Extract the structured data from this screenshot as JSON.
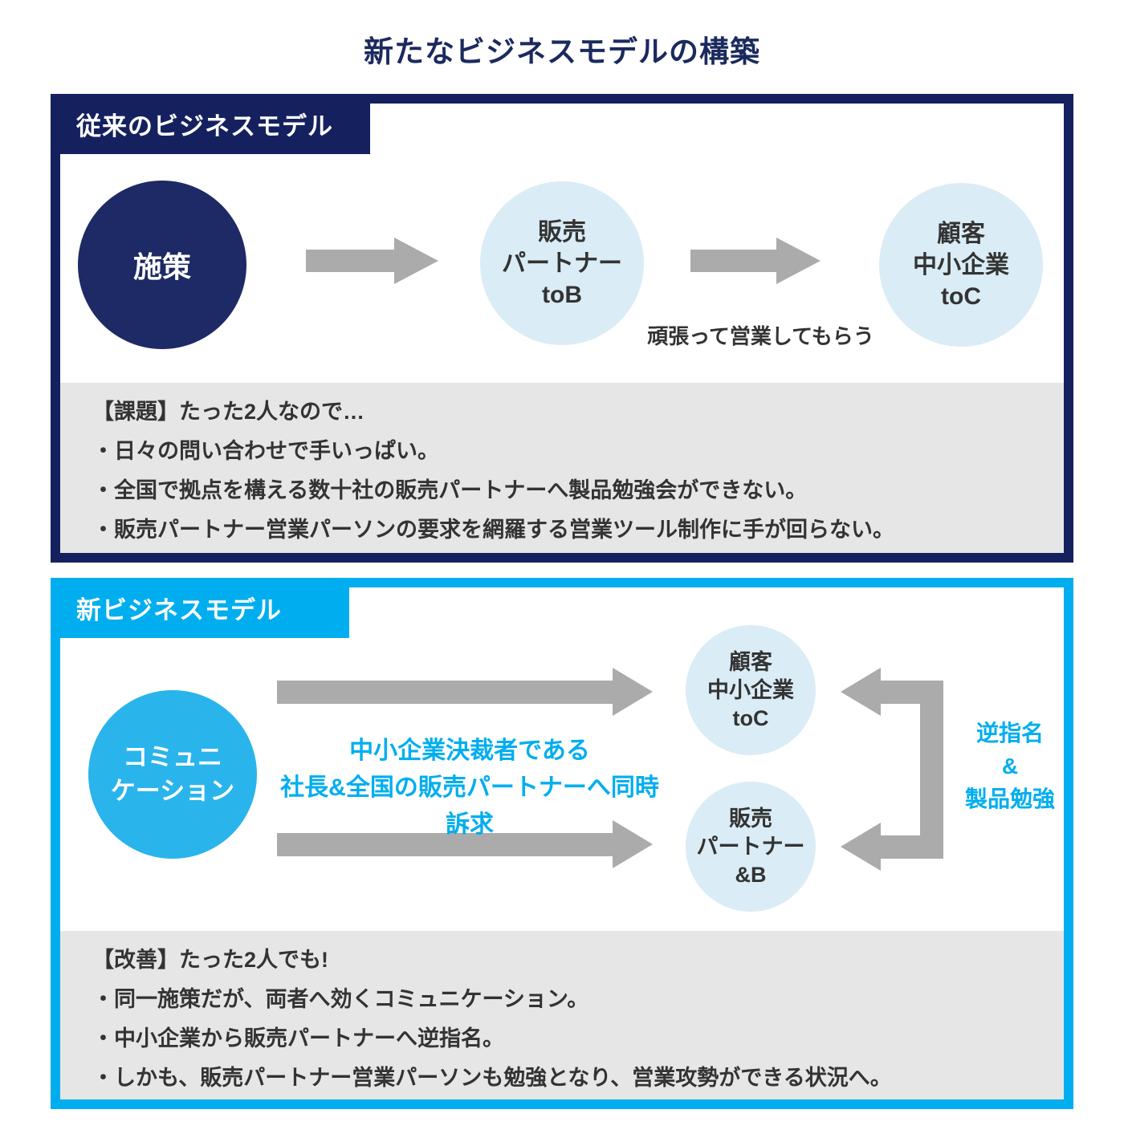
{
  "title": "新たなビジネスモデルの構築",
  "colors": {
    "navy": "#15215f",
    "cyan": "#00aeef",
    "light_circle": "#daecf5",
    "arrow_gray": "#ababab",
    "box_gray": "#e6e6e6",
    "text_dark": "#333333"
  },
  "section_old": {
    "header": "従来のビジネスモデル",
    "circle_measure": "施策",
    "circle_partner": {
      "line1": "販売",
      "line2": "パートナー",
      "line3": "toB"
    },
    "circle_customer": {
      "line1": "顧客",
      "line2": "中小企業",
      "line3": "toC"
    },
    "arrow_note": "頑張って営業してもらう",
    "issue_box": {
      "line1": "【課題】たった2人なので…",
      "line2": "・日々の問い合わせで手いっぱい。",
      "line3": "・全国で拠点を構える数十社の販売パートナーへ製品勉強会ができない。",
      "line4": "・販売パートナー営業パーソンの要求を網羅する営業ツール制作に手が回らない。"
    }
  },
  "section_new": {
    "header": "新ビジネスモデル",
    "circle_communication": {
      "line1": "コミュニ",
      "line2": "ケーション"
    },
    "center_note": {
      "line1": "中小企業決裁者である",
      "line2": "社長&全国の販売パートナーへ同時訴求"
    },
    "circle_customer": {
      "line1": "顧客",
      "line2": "中小企業",
      "line3": "toC"
    },
    "circle_partner": {
      "line1": "販売",
      "line2": "パートナー",
      "line3": "&B"
    },
    "right_note": {
      "line1": "逆指名",
      "line2": "&",
      "line3": "製品勉強"
    },
    "improve_box": {
      "line1": "【改善】たった2人でも!",
      "line2": "・同一施策だが、両者へ効くコミュニケーション。",
      "line3": "・中小企業から販売パートナーへ逆指名。",
      "line4": "・しかも、販売パートナー営業パーソンも勉強となり、営業攻勢ができる状況へ。"
    }
  }
}
